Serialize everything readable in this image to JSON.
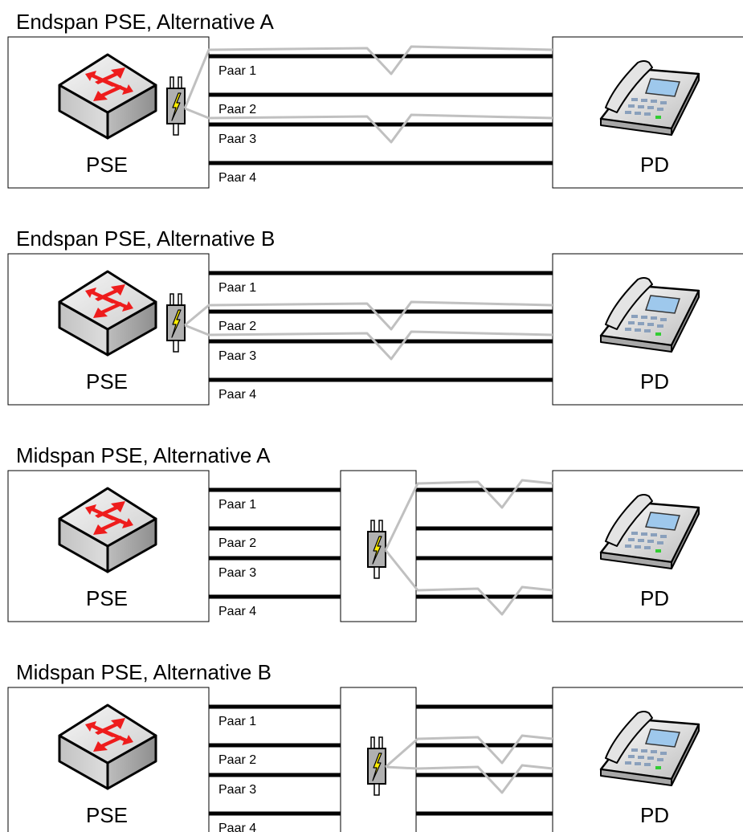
{
  "diagram": {
    "sections": [
      {
        "title": "Endspan PSE, Alternative A",
        "type": "endspan",
        "powered_pairs": [
          1,
          3
        ],
        "pse_label": "PSE",
        "pd_label": "PD",
        "pairs": [
          "Paar 1",
          "Paar 2",
          "Paar 3",
          "Paar 4"
        ]
      },
      {
        "title": "Endspan PSE, Alternative B",
        "type": "endspan",
        "powered_pairs": [
          2,
          3
        ],
        "pse_label": "PSE",
        "pd_label": "PD",
        "pairs": [
          "Paar 1",
          "Paar 2",
          "Paar 3",
          "Paar 4"
        ]
      },
      {
        "title": "Midspan PSE, Alternative A",
        "type": "midspan",
        "powered_pairs": [
          1,
          4
        ],
        "pse_label": "PSE",
        "pd_label": "PD",
        "pairs": [
          "Paar 1",
          "Paar 2",
          "Paar 3",
          "Paar 4"
        ]
      },
      {
        "title": "Midspan PSE, Alternative B",
        "type": "midspan",
        "powered_pairs": [
          2,
          3
        ],
        "pse_label": "PSE",
        "pd_label": "PD",
        "pairs": [
          "Paar 1",
          "Paar 2",
          "Paar 3",
          "Paar 4"
        ]
      }
    ],
    "colors": {
      "data_line": "#000000",
      "power_line": "#c0c0c0",
      "box_border": "#000000",
      "switch_arrow": "#ee1c1c",
      "injector_body": "#b0b0b0",
      "bolt": "#ffee00",
      "phone_screen": "#9ec8ec",
      "phone_led": "#33cc33"
    },
    "icons": {
      "pse": "network-switch-icon",
      "pd": "ip-phone-icon",
      "injector": "power-plug-icon"
    }
  }
}
